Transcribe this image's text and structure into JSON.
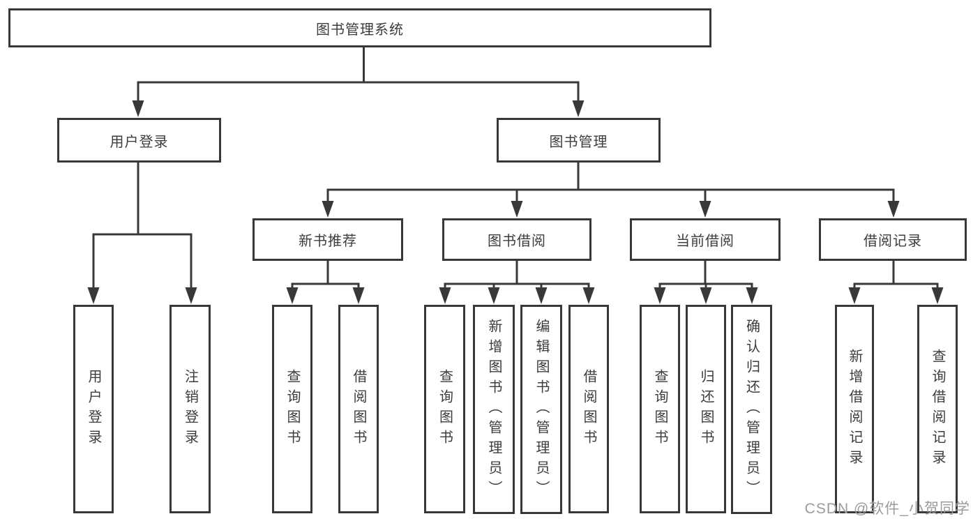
{
  "colors": {
    "background": "#ffffff",
    "line": "#383838",
    "box_border": "#383838",
    "text": "#3c3c3c",
    "watermark": "#9b9b9b"
  },
  "tree": {
    "root": "图书管理系统",
    "children": [
      {
        "label": "用户登录",
        "children": [
          "用户登录",
          "注销登录"
        ]
      },
      {
        "label": "图书管理",
        "children": [
          {
            "label": "新书推荐",
            "children": [
              "查询图书",
              "借阅图书"
            ]
          },
          {
            "label": "图书借阅",
            "children": [
              "查询图书",
              "新增图书（管理员）",
              "编辑图书（管理员）",
              "借阅图书"
            ]
          },
          {
            "label": "当前借阅",
            "children": [
              "查询图书",
              "归还图书",
              "确认归还（管理员）"
            ]
          },
          {
            "label": "借阅记录",
            "children": [
              "新增借阅记录",
              "查询借阅记录"
            ]
          }
        ]
      }
    ]
  },
  "watermark": {
    "text": "CSDN @软件_小贺同学"
  }
}
